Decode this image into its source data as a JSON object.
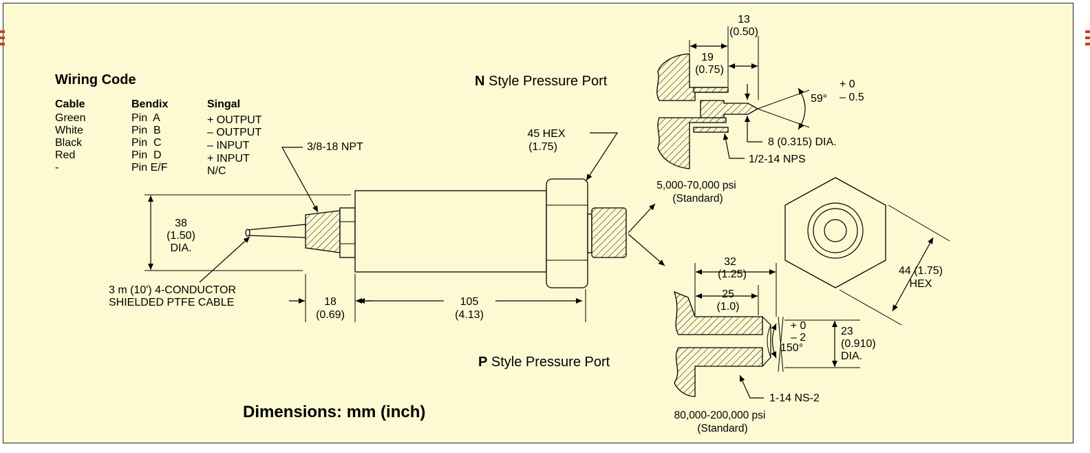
{
  "wiring": {
    "title": "Wiring Code",
    "col_cable": "Cable",
    "col_bendix": "Bendix",
    "col_signal": "Singal",
    "cable": [
      "Green",
      "White",
      "Black",
      "Red",
      "-"
    ],
    "bendix": [
      "Pin  A",
      "Pin  B",
      "Pin  C",
      "Pin  D",
      "Pin E/F"
    ],
    "signal": [
      "+ OUTPUT",
      "– OUTPUT",
      "– INPUT",
      "+ INPUT",
      "N/C"
    ]
  },
  "transducer": {
    "npt_label": "3/8-18 NPT",
    "dia_mm": "38",
    "dia_in": "(1.50)",
    "dia_suffix": "DIA.",
    "cable_line1": "3 m (10')  4-CONDUCTOR",
    "cable_line2": "SHIELDED PTFE CABLE",
    "dim1_mm": "18",
    "dim1_in": "(0.69)",
    "dim2_mm": "105",
    "dim2_in": "(4.13)",
    "hex_mm": "45 HEX",
    "hex_in": "(1.75)"
  },
  "n_port": {
    "title_letter": "N",
    "title_rest": " Style Pressure Port",
    "d13_mm": "13",
    "d13_in": "(0.50)",
    "d19_mm": "19",
    "d19_in": "(0.75)",
    "angle": "59°",
    "tol_plus": "+ 0",
    "tol_minus": "– 0.5",
    "dia_label": "8 (0.315) DIA.",
    "nps_label": "1/2-14 NPS",
    "range": "5,000-70,000 psi",
    "range_note": "(Standard)"
  },
  "p_port": {
    "title_letter": "P",
    "title_rest": " Style Pressure Port",
    "d32_mm": "32",
    "d32_in": "(1.25)",
    "d25_mm": "25",
    "d25_in": "(1.0)",
    "tol_plus": "+ 0",
    "tol_minus": "– 2",
    "angle": "150°",
    "d23_mm": "23",
    "d23_in": "(0.910)",
    "d23_suffix": "DIA.",
    "thread_label": "1-14 NS-2",
    "range": "80,000-200,000 psi",
    "range_note": "(Standard)"
  },
  "hex_view": {
    "hex_line1": "44 (1.75)",
    "hex_line2": "HEX"
  },
  "footer": {
    "dimensions": "Dimensions: mm (inch)"
  }
}
